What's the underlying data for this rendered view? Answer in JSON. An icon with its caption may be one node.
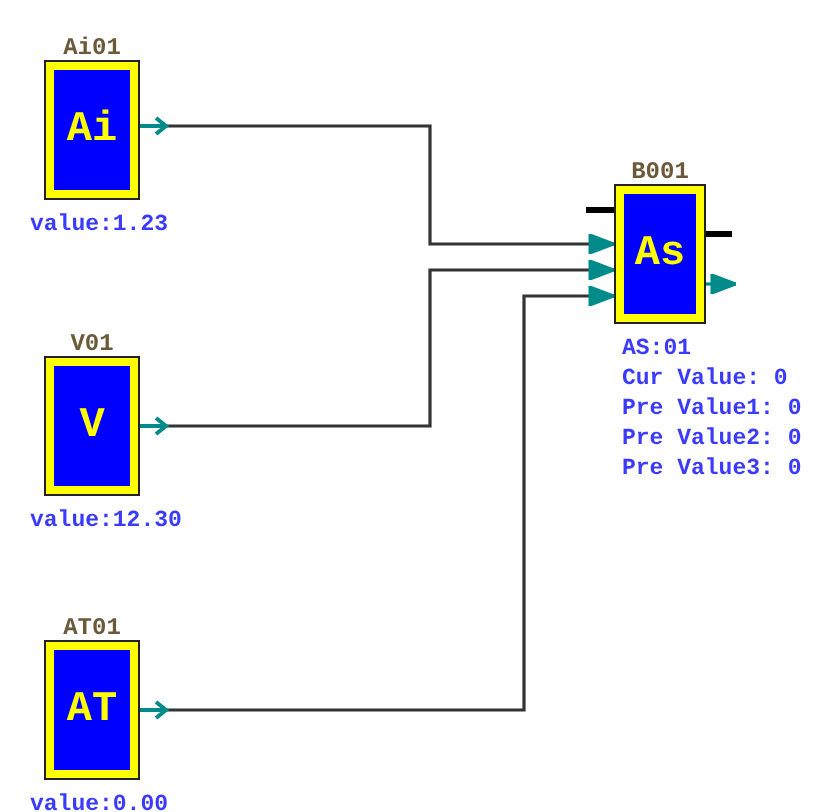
{
  "diagram": {
    "nodes": [
      {
        "text": [
          "Ai01",
          "Ai"
        ],
        "beside": [
          "value:1.23"
        ]
      },
      {
        "text": [
          "V01",
          "V"
        ],
        "beside": [
          "value:12.30"
        ]
      },
      {
        "text": [
          "AT01",
          "AT"
        ],
        "beside": [
          "value:0.00"
        ]
      },
      {
        "text": [
          "B001",
          "As"
        ],
        "beside": [
          "AS:01",
          "Cur Value: 0",
          "Pre Value1: 0",
          "Pre Value2: 0",
          "Pre Value3: 0"
        ]
      }
    ],
    "edges": [
      {
        "from": 0,
        "to": 3,
        "arrow": "to"
      },
      {
        "from": 1,
        "to": 3,
        "arrow": "to"
      },
      {
        "from": 2,
        "to": 3,
        "arrow": "to"
      },
      {
        "from": 3,
        "to": null,
        "arrow": "to"
      }
    ]
  }
}
